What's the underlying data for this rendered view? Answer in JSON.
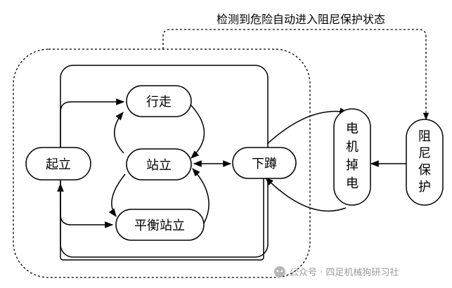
{
  "title": "检测到危险自动进入阻尼保护状态",
  "nodes": {
    "qili": "起立",
    "xingzou": "行走",
    "zhanli": "站立",
    "pingheng": "平衡站立",
    "xiadun": "下蹲",
    "diandiao": "电机掉电",
    "zuni": "阻尼保护"
  },
  "watermark": "公众号 · 四足机械狗研习社"
}
